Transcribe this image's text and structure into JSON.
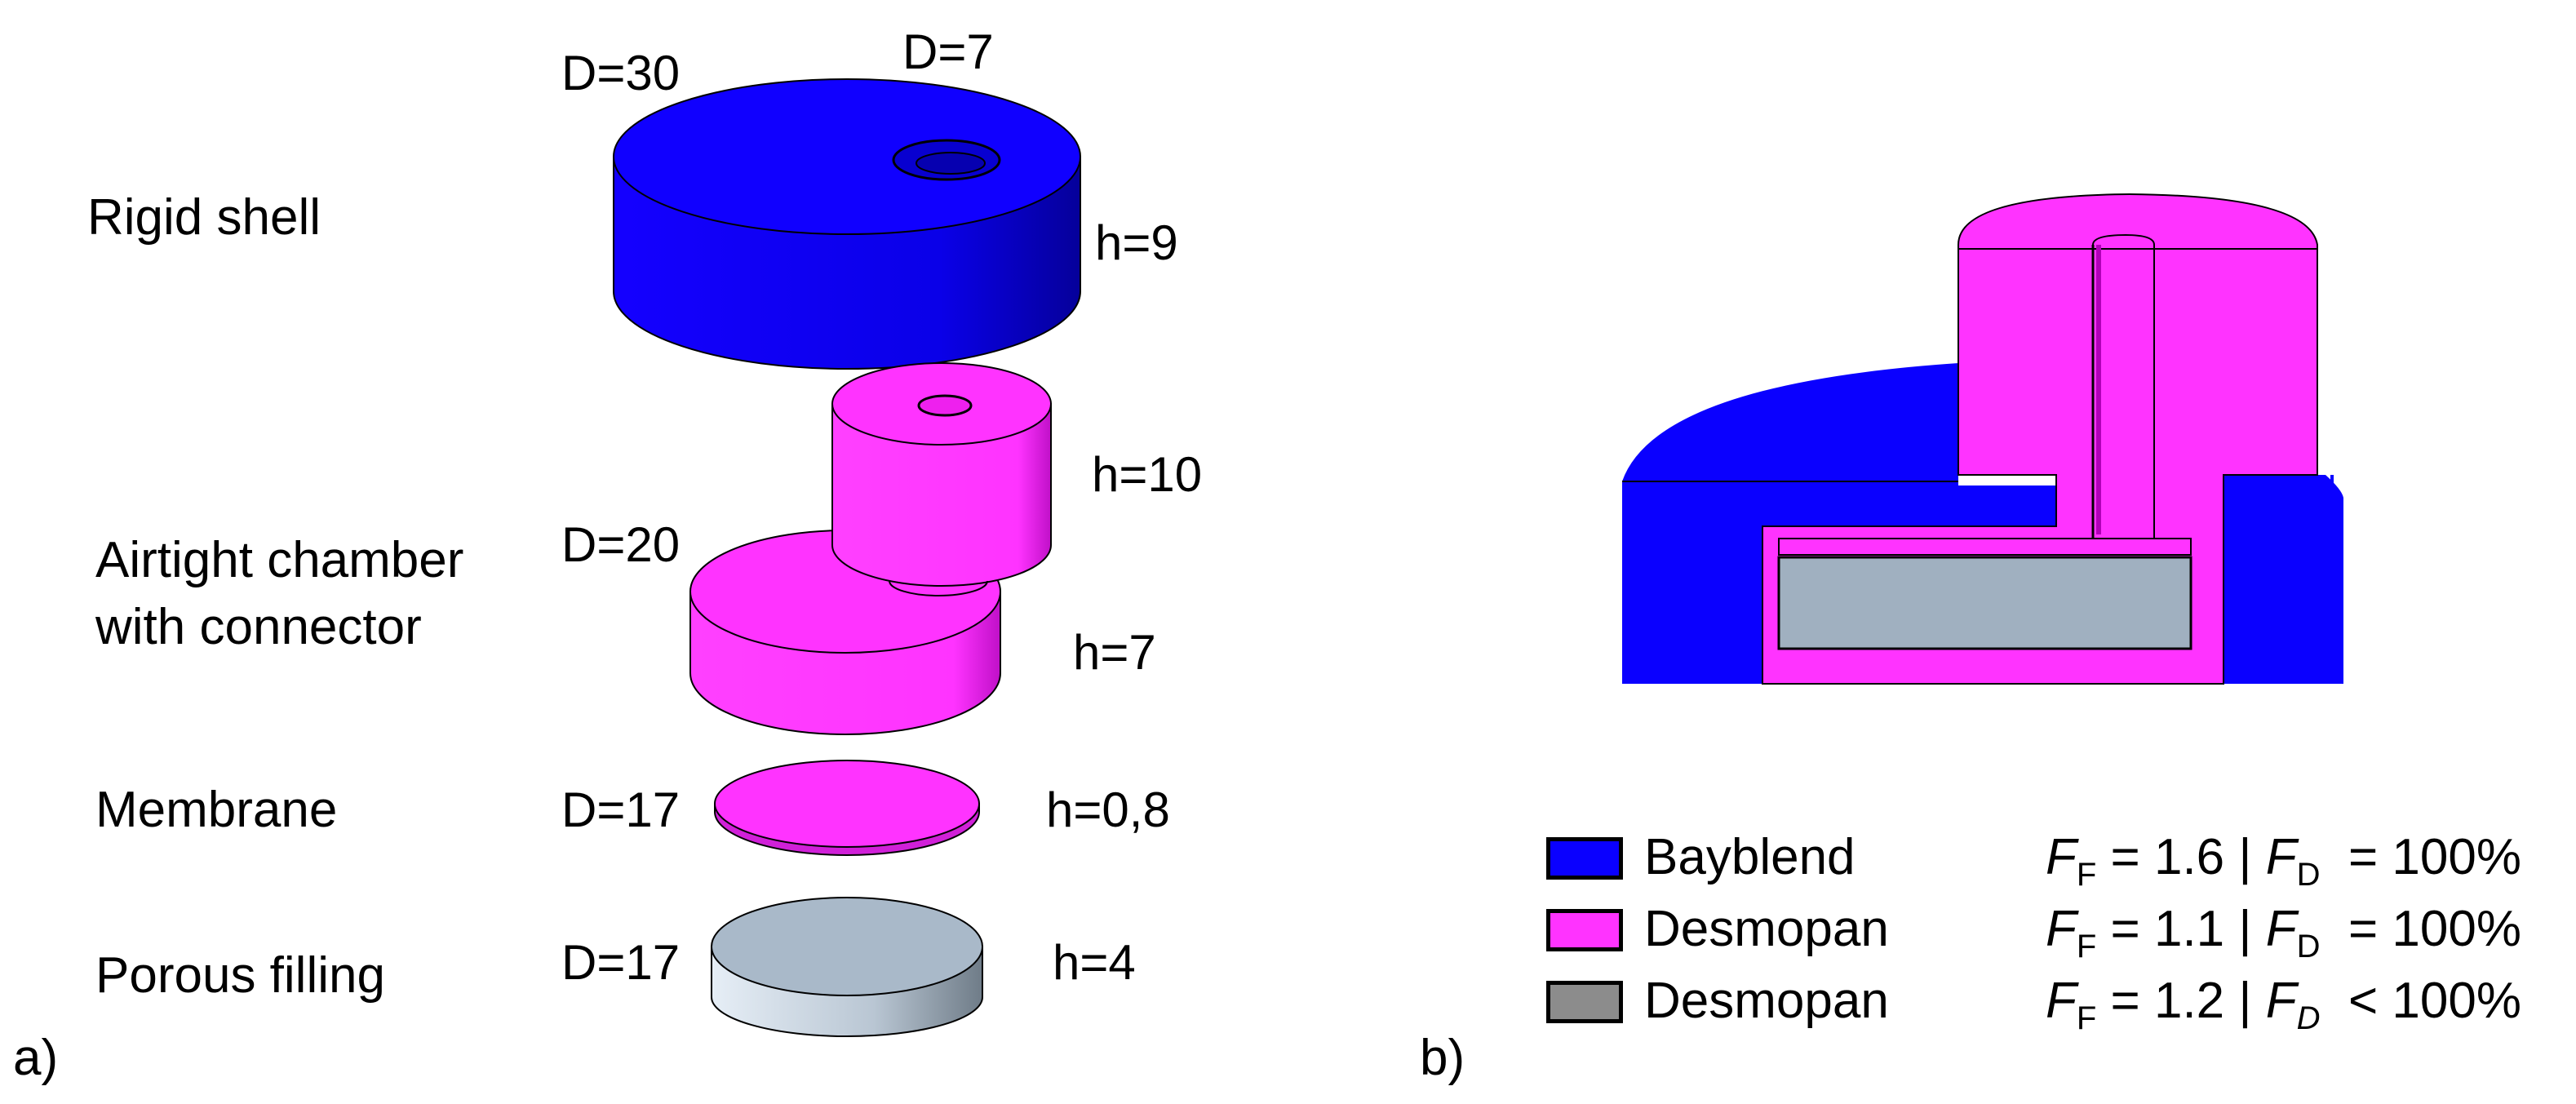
{
  "panel_a": {
    "panel_label": "a)",
    "parts": [
      {
        "name": "Rigid shell",
        "d_top": "D=30",
        "d_hole": "D=7",
        "h": "h=9",
        "color": "#0a00ff"
      },
      {
        "name_line1": "Airtight chamber",
        "name_line2": "with connector",
        "d": "D=20",
        "h_connector": "h=10",
        "h": "h=7",
        "color": "#ff33ff"
      },
      {
        "name": "Membrane",
        "d": "D=17",
        "h": "h=0,8",
        "color": "#ff33ff"
      },
      {
        "name": "Porous filling",
        "d": "D=17",
        "h": "h=4",
        "color": "#a9b9c9"
      }
    ]
  },
  "panel_b": {
    "panel_label": "b)",
    "legend": [
      {
        "material": "Bayblend",
        "ff_symbol": "F",
        "ff_sub": "F",
        "ff_value": "= 1.6 |",
        "fd_symbol": "F",
        "fd_sub": "D",
        "fd_value": "= 100%",
        "color": "#0a00ff"
      },
      {
        "material": "Desmopan",
        "ff_symbol": "F",
        "ff_sub": "F",
        "ff_value": "= 1.1 |",
        "fd_symbol": "F",
        "fd_sub": "D",
        "fd_value": "= 100%",
        "color": "#ff33ff"
      },
      {
        "material": "Desmopan",
        "ff_symbol": "F",
        "ff_sub": "F",
        "ff_value": "= 1.2 |",
        "fd_symbol": "F",
        "fd_sub": "D",
        "fd_value": "< 100%",
        "color": "#8c8c8c"
      }
    ]
  }
}
